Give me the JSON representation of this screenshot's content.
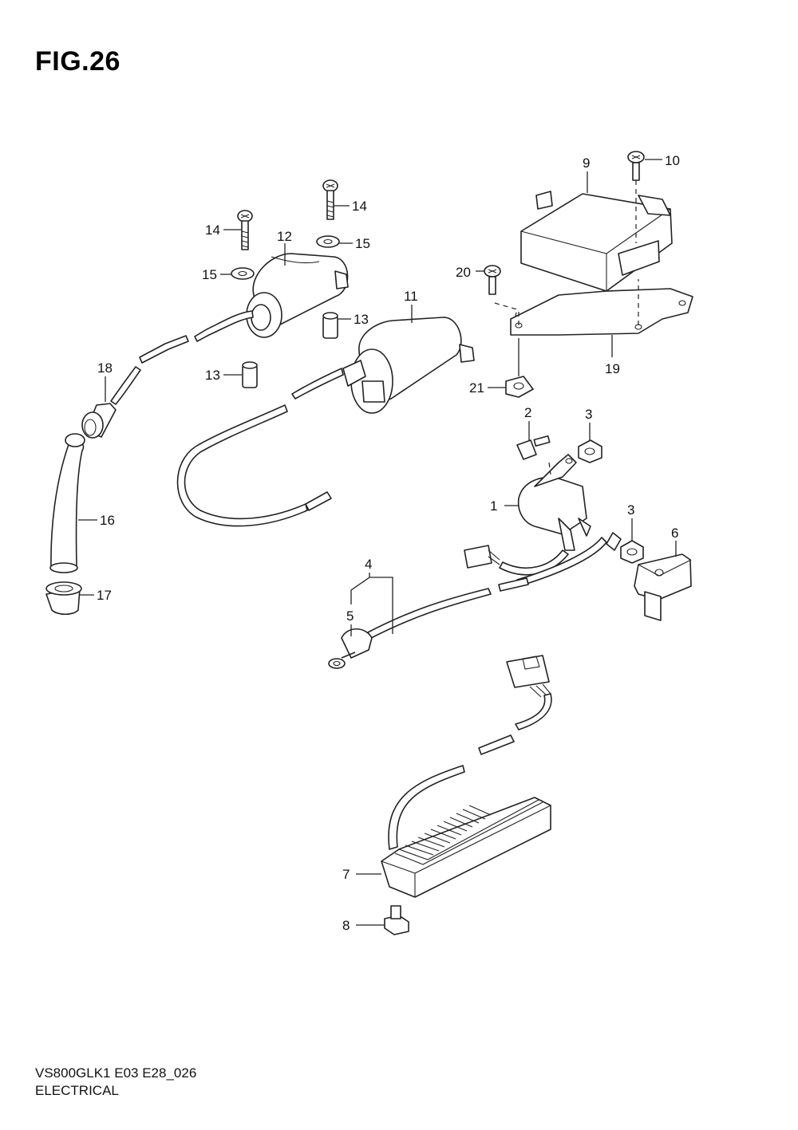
{
  "figure": {
    "title": "FIG.26"
  },
  "footer": {
    "model_code": "VS800GLK1 E03 E28_026",
    "section": "ELECTRICAL"
  },
  "callouts": [
    "1",
    "2",
    "3",
    "3",
    "4",
    "5",
    "6",
    "7",
    "8",
    "9",
    "10",
    "11",
    "12",
    "13",
    "13",
    "14",
    "14",
    "15",
    "15",
    "16",
    "17",
    "18",
    "19",
    "20",
    "21"
  ]
}
